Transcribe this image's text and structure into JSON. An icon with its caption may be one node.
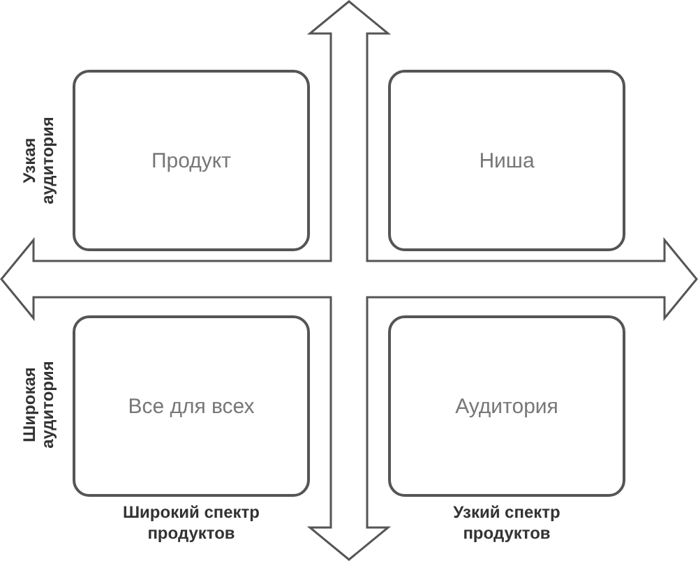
{
  "diagram": {
    "nodes": [
      {
        "text": [
          "Продукт"
        ]
      },
      {
        "text": [
          "Ниша"
        ]
      },
      {
        "text": [
          "Все для всех"
        ]
      },
      {
        "text": [
          "Аудитория"
        ]
      }
    ],
    "edges": [],
    "labels": [
      "Узкая аудитория",
      "Широкая аудитория",
      "Широкий спектр продуктов",
      "Узкий спектр продуктов"
    ]
  }
}
